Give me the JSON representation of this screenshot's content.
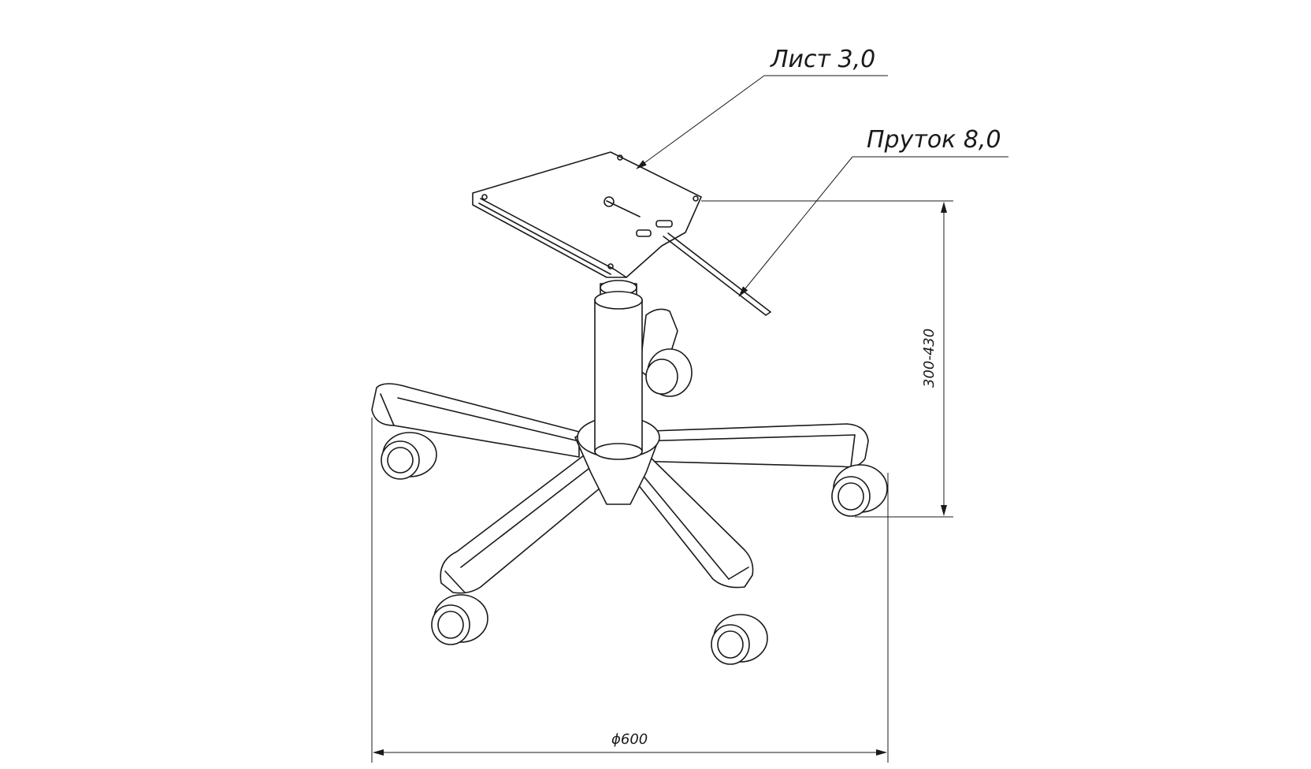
{
  "callouts": {
    "sheet": "Лист 3,0",
    "rod": "Пруток 8,0"
  },
  "dimensions": {
    "height": "300-430",
    "diameter": "ϕ600"
  },
  "colors": {
    "line": "#1a1a1a",
    "background": "#ffffff"
  }
}
